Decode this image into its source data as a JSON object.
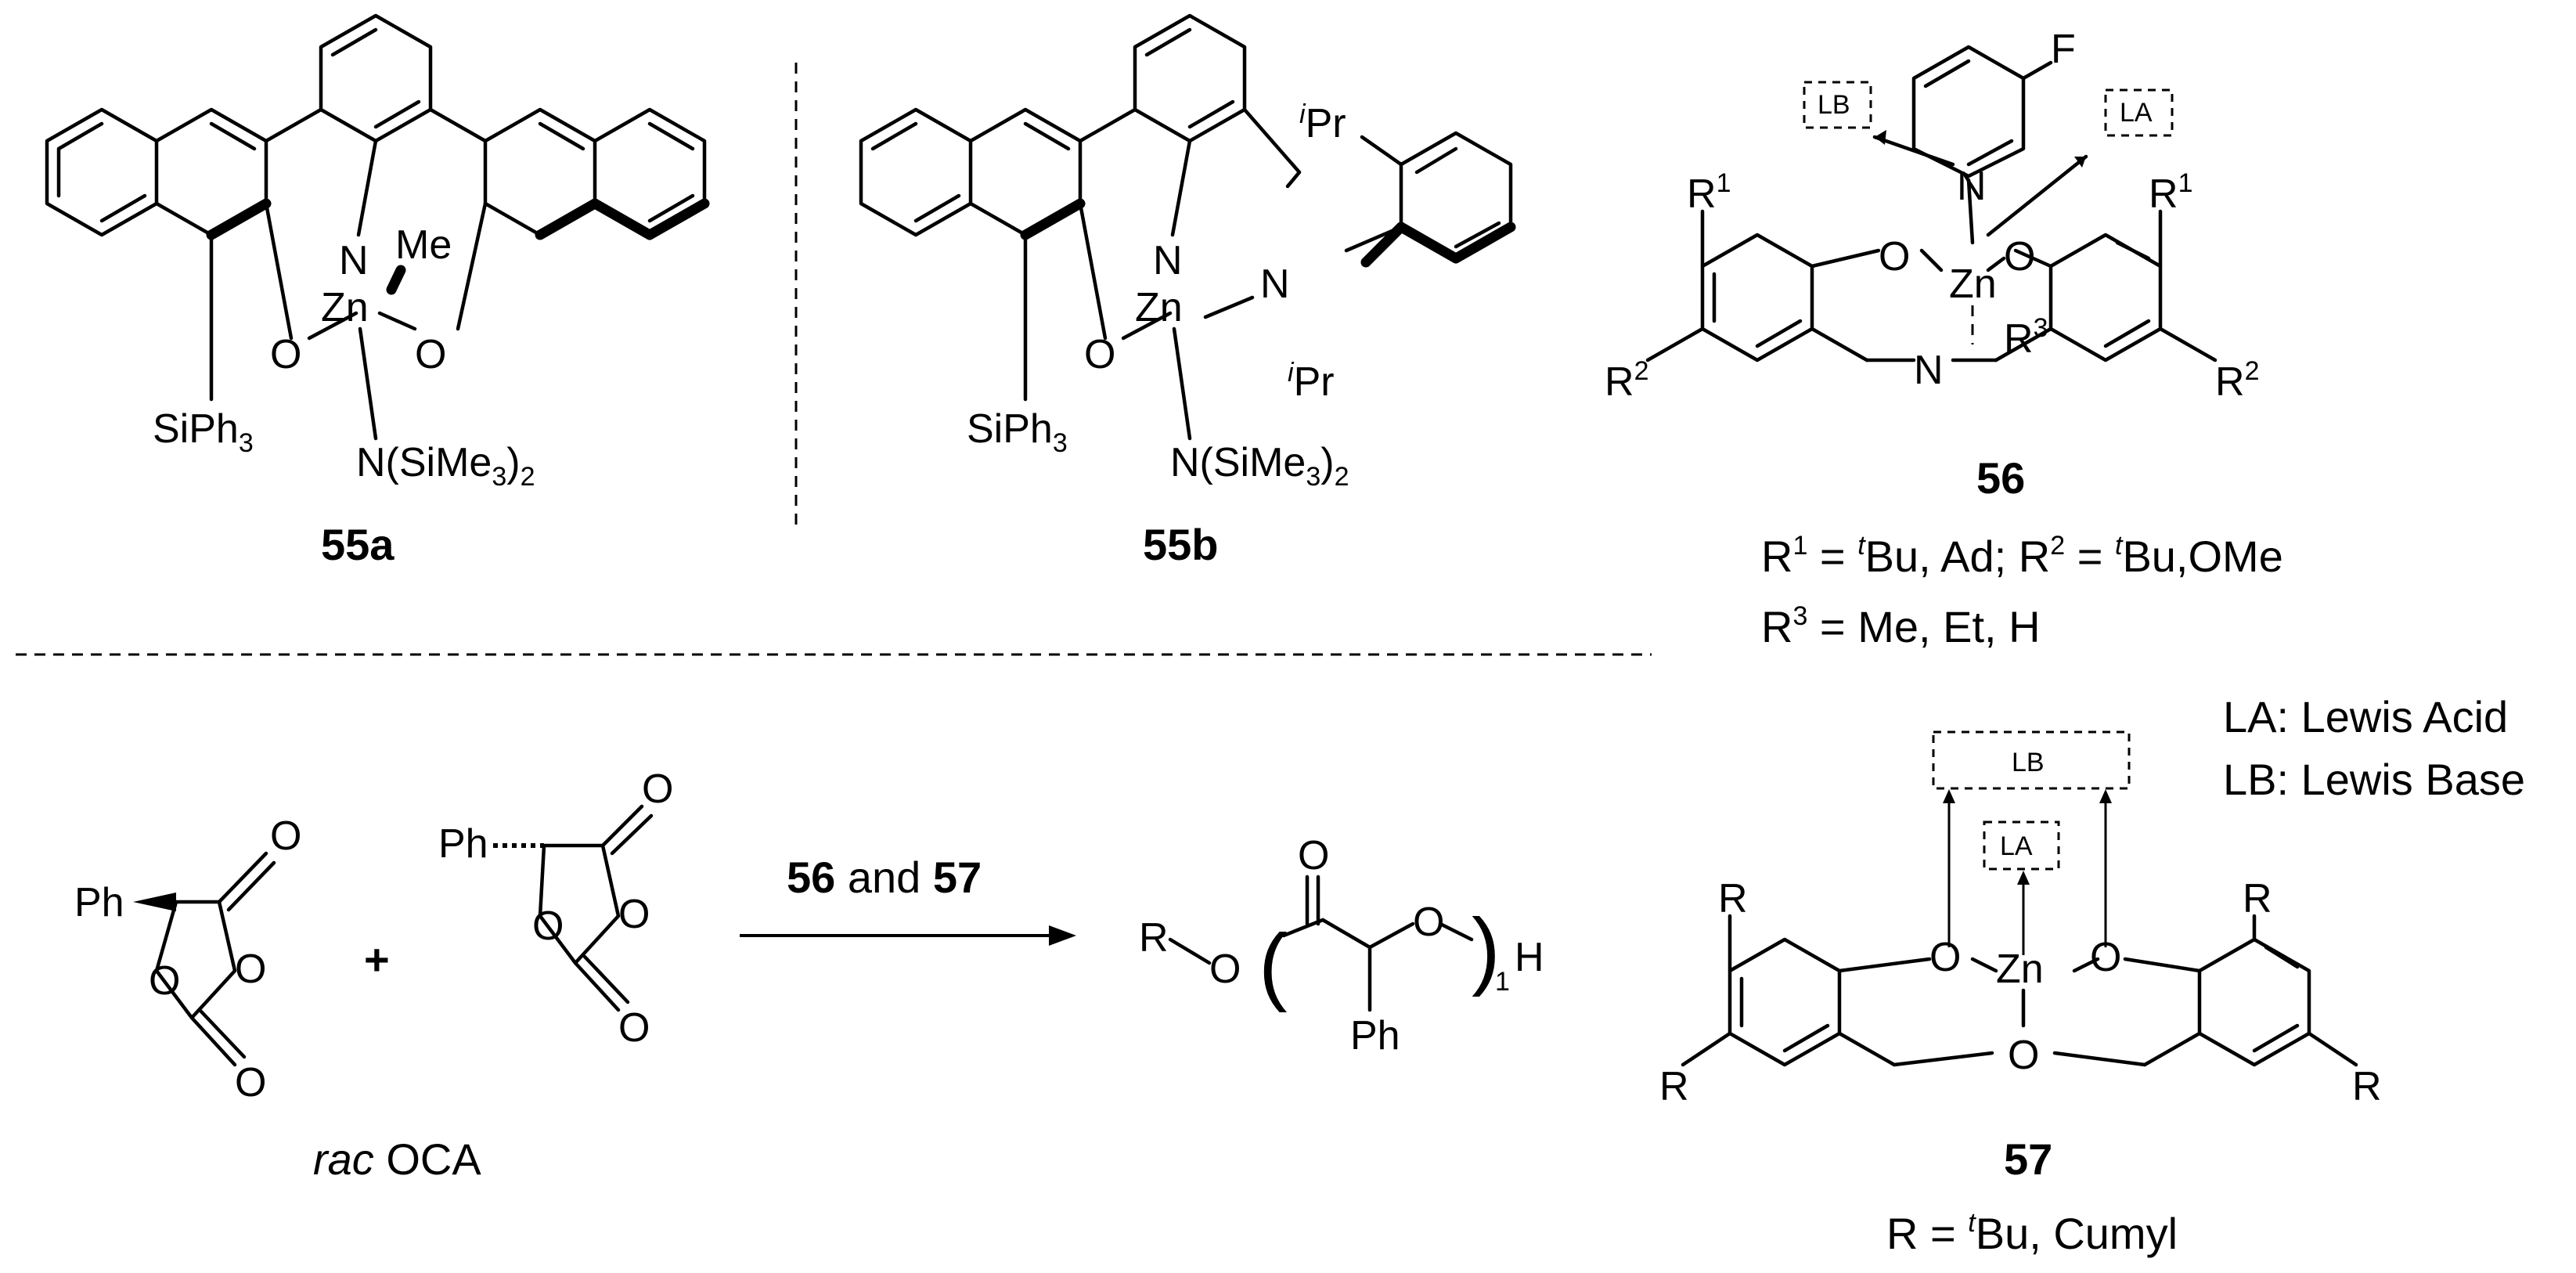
{
  "compounds": {
    "c55a": {
      "label": "55a",
      "atoms": [
        "N",
        "Zn",
        "O",
        "O",
        "Me",
        "SiPh",
        "3",
        "N(SiMe",
        "3",
        ")",
        "2"
      ]
    },
    "c55b": {
      "label": "55b",
      "atoms": [
        "N",
        "Zn",
        "N",
        "O",
        "i",
        "Pr",
        "i",
        "Pr",
        "SiPh",
        "3",
        "N(SiMe",
        "3",
        ")",
        "2"
      ]
    },
    "c56": {
      "label": "56",
      "atoms": [
        "F",
        "N",
        "Zn",
        "O",
        "O",
        "N",
        "R",
        "1",
        "R",
        "1",
        "R",
        "2",
        "R",
        "2",
        "R",
        "3"
      ],
      "boxes": [
        "LB",
        "LA"
      ],
      "line1": {
        "a": "R",
        "b": "1",
        "c": " = ",
        "d": "t",
        "e": "Bu, Ad; R",
        "f": "2",
        "g": " = ",
        "h": "t",
        "i": "Bu,OMe"
      },
      "line2": {
        "a": "R",
        "b": "3",
        "c": " = Me, Et, H"
      }
    },
    "c57": {
      "label": "57",
      "atoms": [
        "O",
        "Zn",
        "O",
        "O",
        "R",
        "R",
        "R",
        "R"
      ],
      "boxes": [
        "LB",
        "LA"
      ],
      "line1": {
        "a": "R = ",
        "b": "t",
        "c": "Bu, Cumyl"
      }
    }
  },
  "legend": {
    "la": "LA: Lewis Acid",
    "lb": "LB: Lewis Base"
  },
  "reaction": {
    "plus": "+",
    "monomer1": [
      "Ph",
      "O",
      "O",
      "O",
      "O"
    ],
    "monomer2": [
      "Ph",
      "O",
      "O",
      "O",
      "O"
    ],
    "monomer_caption": {
      "italic": "rac",
      "rest": " OCA"
    },
    "arrow": {
      "a": "56",
      "b": " and ",
      "c": "57"
    },
    "product": {
      "R": "R",
      "O1": "O",
      "O2": "O",
      "O3": "O",
      "H": "H",
      "Ph": "Ph",
      "sub": "1",
      "lp": "(",
      "rp": ")"
    }
  }
}
